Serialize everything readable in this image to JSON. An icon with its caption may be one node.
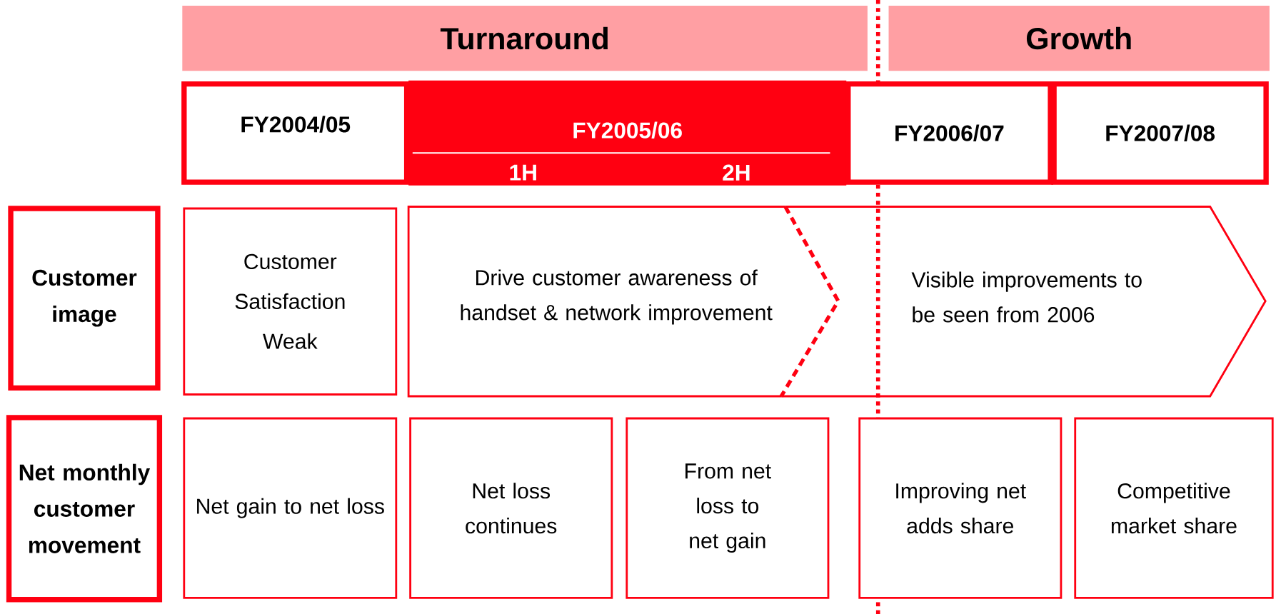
{
  "diagram": {
    "nodes": [
      {
        "text": [
          "Turnaround"
        ]
      },
      {
        "text": [
          "Growth"
        ]
      },
      {
        "text": [
          "FY2004/05"
        ]
      },
      {
        "text": [
          "FY2005/06",
          "1H",
          "2H"
        ]
      },
      {
        "text": [
          "FY2006/07"
        ]
      },
      {
        "text": [
          "FY2007/08"
        ]
      },
      {
        "text": [
          "Customer image"
        ]
      },
      {
        "text": [
          "Customer Satisfaction Weak"
        ]
      },
      {
        "text": [
          "Drive customer awareness of handset & network improvement"
        ]
      },
      {
        "text": [
          "Visible improvements to be seen from 2006"
        ]
      },
      {
        "text": [
          "Net monthly customer movement"
        ]
      },
      {
        "text": [
          "Net gain to net loss"
        ]
      },
      {
        "text": [
          "Net loss continues"
        ]
      },
      {
        "text": [
          "From net loss to net gain"
        ]
      },
      {
        "text": [
          "Improving net adds share"
        ]
      },
      {
        "text": [
          "Competitive market share"
        ]
      }
    ]
  }
}
